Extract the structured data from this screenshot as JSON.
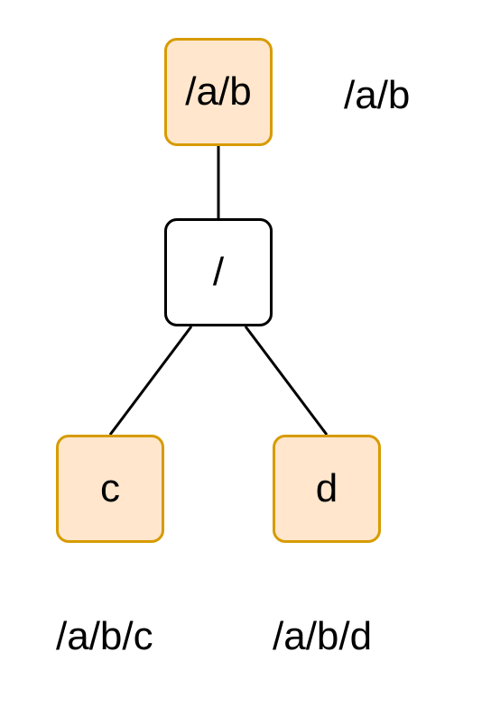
{
  "diagram": {
    "colors": {
      "highlight_fill": "#ffe6cc",
      "highlight_border": "#d79b00",
      "plain_fill": "#ffffff",
      "plain_border": "#000000",
      "edge": "#000000"
    },
    "nodes": {
      "ab": {
        "label": "/a/b",
        "highlighted": true
      },
      "root": {
        "label": "/",
        "highlighted": false
      },
      "c": {
        "label": "c",
        "highlighted": true
      },
      "d": {
        "label": "d",
        "highlighted": true
      }
    },
    "edges": [
      {
        "from": "ab",
        "to": "root"
      },
      {
        "from": "root",
        "to": "c"
      },
      {
        "from": "root",
        "to": "d"
      }
    ],
    "path_labels": {
      "ab": "/a/b",
      "c": "/a/b/c",
      "d": "/a/b/d"
    }
  }
}
